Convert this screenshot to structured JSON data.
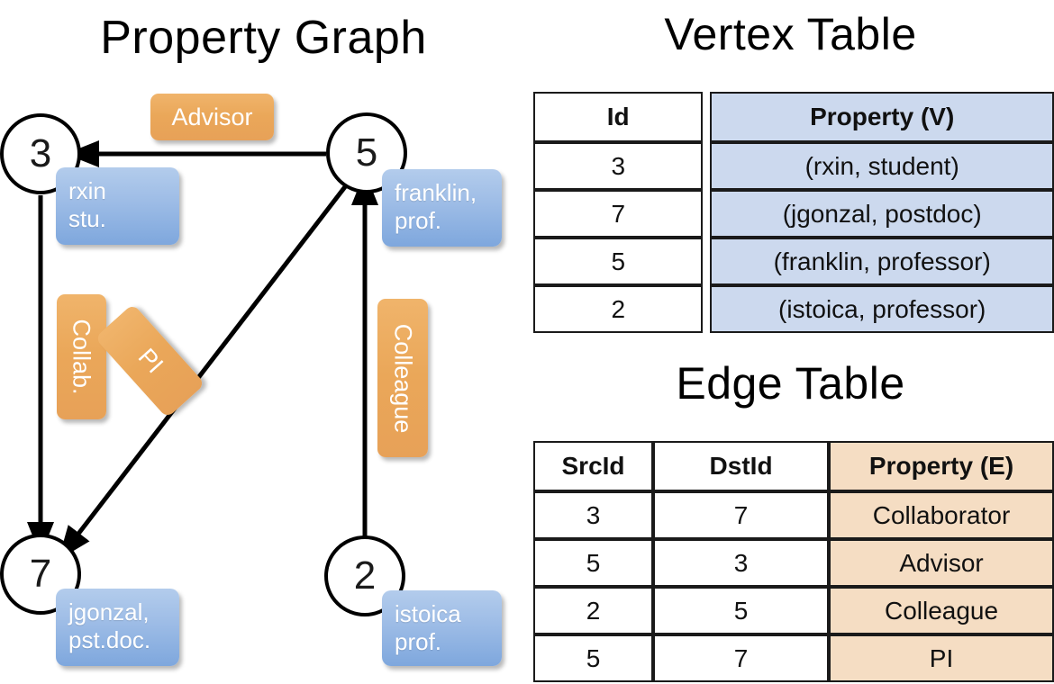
{
  "titles": {
    "property_graph": "Property Graph",
    "vertex_table": "Vertex Table",
    "edge_table": "Edge Table"
  },
  "graph": {
    "vertices": [
      {
        "id": "3",
        "property_label_line1": "rxin",
        "property_label_line2": "stu."
      },
      {
        "id": "5",
        "property_label_line1": "franklin,",
        "property_label_line2": "prof."
      },
      {
        "id": "7",
        "property_label_line1": "jgonzal,",
        "property_label_line2": "pst.doc."
      },
      {
        "id": "2",
        "property_label_line1": "istoica",
        "property_label_line2": "prof."
      }
    ],
    "edge_labels": [
      {
        "text": "Advisor",
        "from": "5",
        "to": "3"
      },
      {
        "text": "Collab.",
        "from": "3",
        "to": "7"
      },
      {
        "text": "PI",
        "from": "5",
        "to": "7"
      },
      {
        "text": "Colleague",
        "from": "2",
        "to": "5"
      }
    ]
  },
  "vertex_table": {
    "headers": [
      "Id",
      "Property (V)"
    ],
    "rows": [
      {
        "id": "3",
        "property": "(rxin, student)"
      },
      {
        "id": "7",
        "property": "(jgonzal, postdoc)"
      },
      {
        "id": "5",
        "property": "(franklin, professor)"
      },
      {
        "id": "2",
        "property": "(istoica, professor)"
      }
    ]
  },
  "edge_table": {
    "headers": [
      "SrcId",
      "DstId",
      "Property (E)"
    ],
    "rows": [
      {
        "src": "3",
        "dst": "7",
        "property": "Collaborator"
      },
      {
        "src": "5",
        "dst": "3",
        "property": "Advisor"
      },
      {
        "src": "2",
        "dst": "5",
        "property": "Colleague"
      },
      {
        "src": "5",
        "dst": "7",
        "property": "PI"
      }
    ]
  },
  "colors": {
    "vertex_property_fill": "#9dbce6",
    "edge_label_fill": "#eaa759",
    "vertex_table_highlight": "#ccd9ee",
    "edge_table_highlight": "#f5ddc3",
    "stroke": "#000000",
    "background": "#ffffff"
  }
}
